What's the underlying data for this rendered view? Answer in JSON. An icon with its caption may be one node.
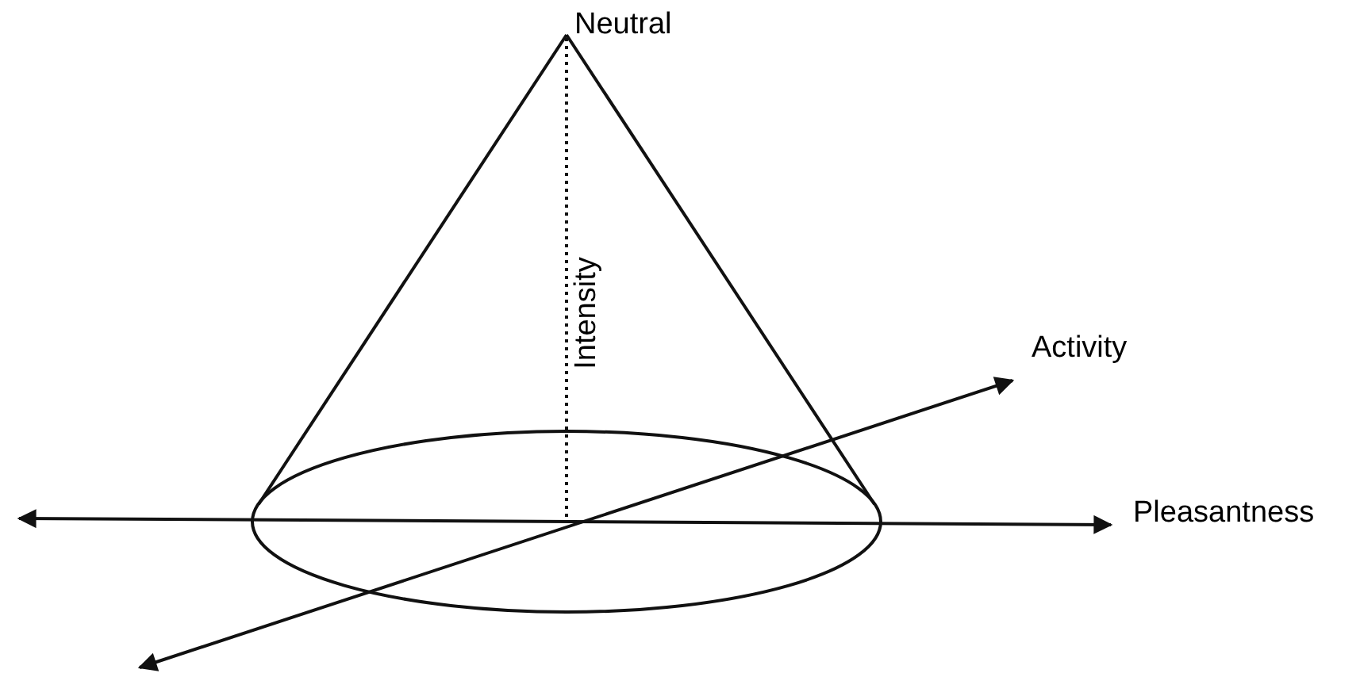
{
  "diagram": {
    "labels": [
      "Neutral",
      "Intensity",
      "Activity",
      "Pleasantness"
    ]
  }
}
